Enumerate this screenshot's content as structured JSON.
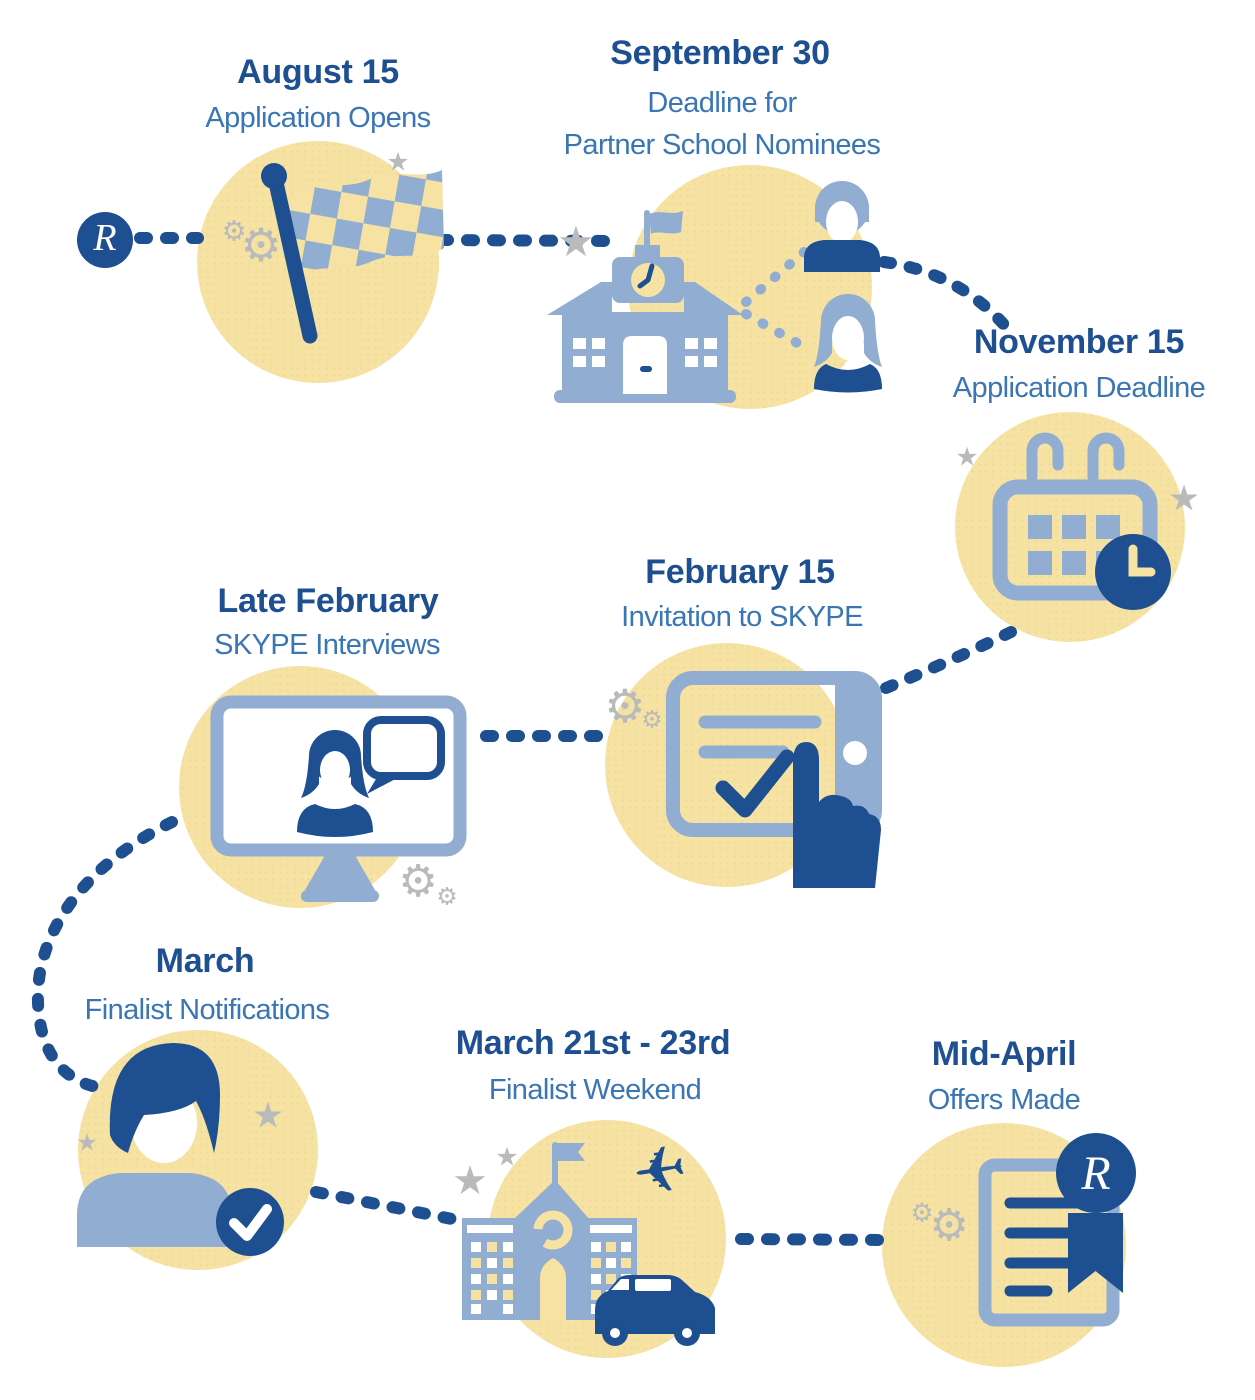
{
  "palette": {
    "dark_blue": "#1d4f91",
    "medium_blue": "#3a76b5",
    "light_blue": "#92add2",
    "yellow": "#f6e2a3",
    "gray": "#b9babc",
    "white": "#ffffff"
  },
  "logo": {
    "letter": "R"
  },
  "offer_badge": {
    "letter": "R"
  },
  "glyphs": {
    "star": "★",
    "gear": "⚙",
    "plane": "✈"
  },
  "milestones": [
    {
      "date": "August 15",
      "label": "Application Opens",
      "icon": "checkered-flag-icon"
    },
    {
      "date": "September 30",
      "label_line1": "Deadline for",
      "label_line2": "Partner School Nominees",
      "icon": "school-icon"
    },
    {
      "date": "November 15",
      "label": "Application Deadline",
      "icon": "calendar-deadline-icon"
    },
    {
      "date": "February 15",
      "label": "Invitation to SKYPE",
      "icon": "tablet-invitation-icon"
    },
    {
      "date": "Late February",
      "label": "SKYPE Interviews",
      "icon": "video-call-monitor-icon"
    },
    {
      "date": "March",
      "label": "Finalist Notifications",
      "icon": "finalist-person-icon"
    },
    {
      "date": "March 21st - 23rd",
      "label": "Finalist Weekend",
      "icon": "campus-visit-icon"
    },
    {
      "date": "Mid-April",
      "label": "Offers Made",
      "icon": "offer-letter-icon"
    }
  ]
}
